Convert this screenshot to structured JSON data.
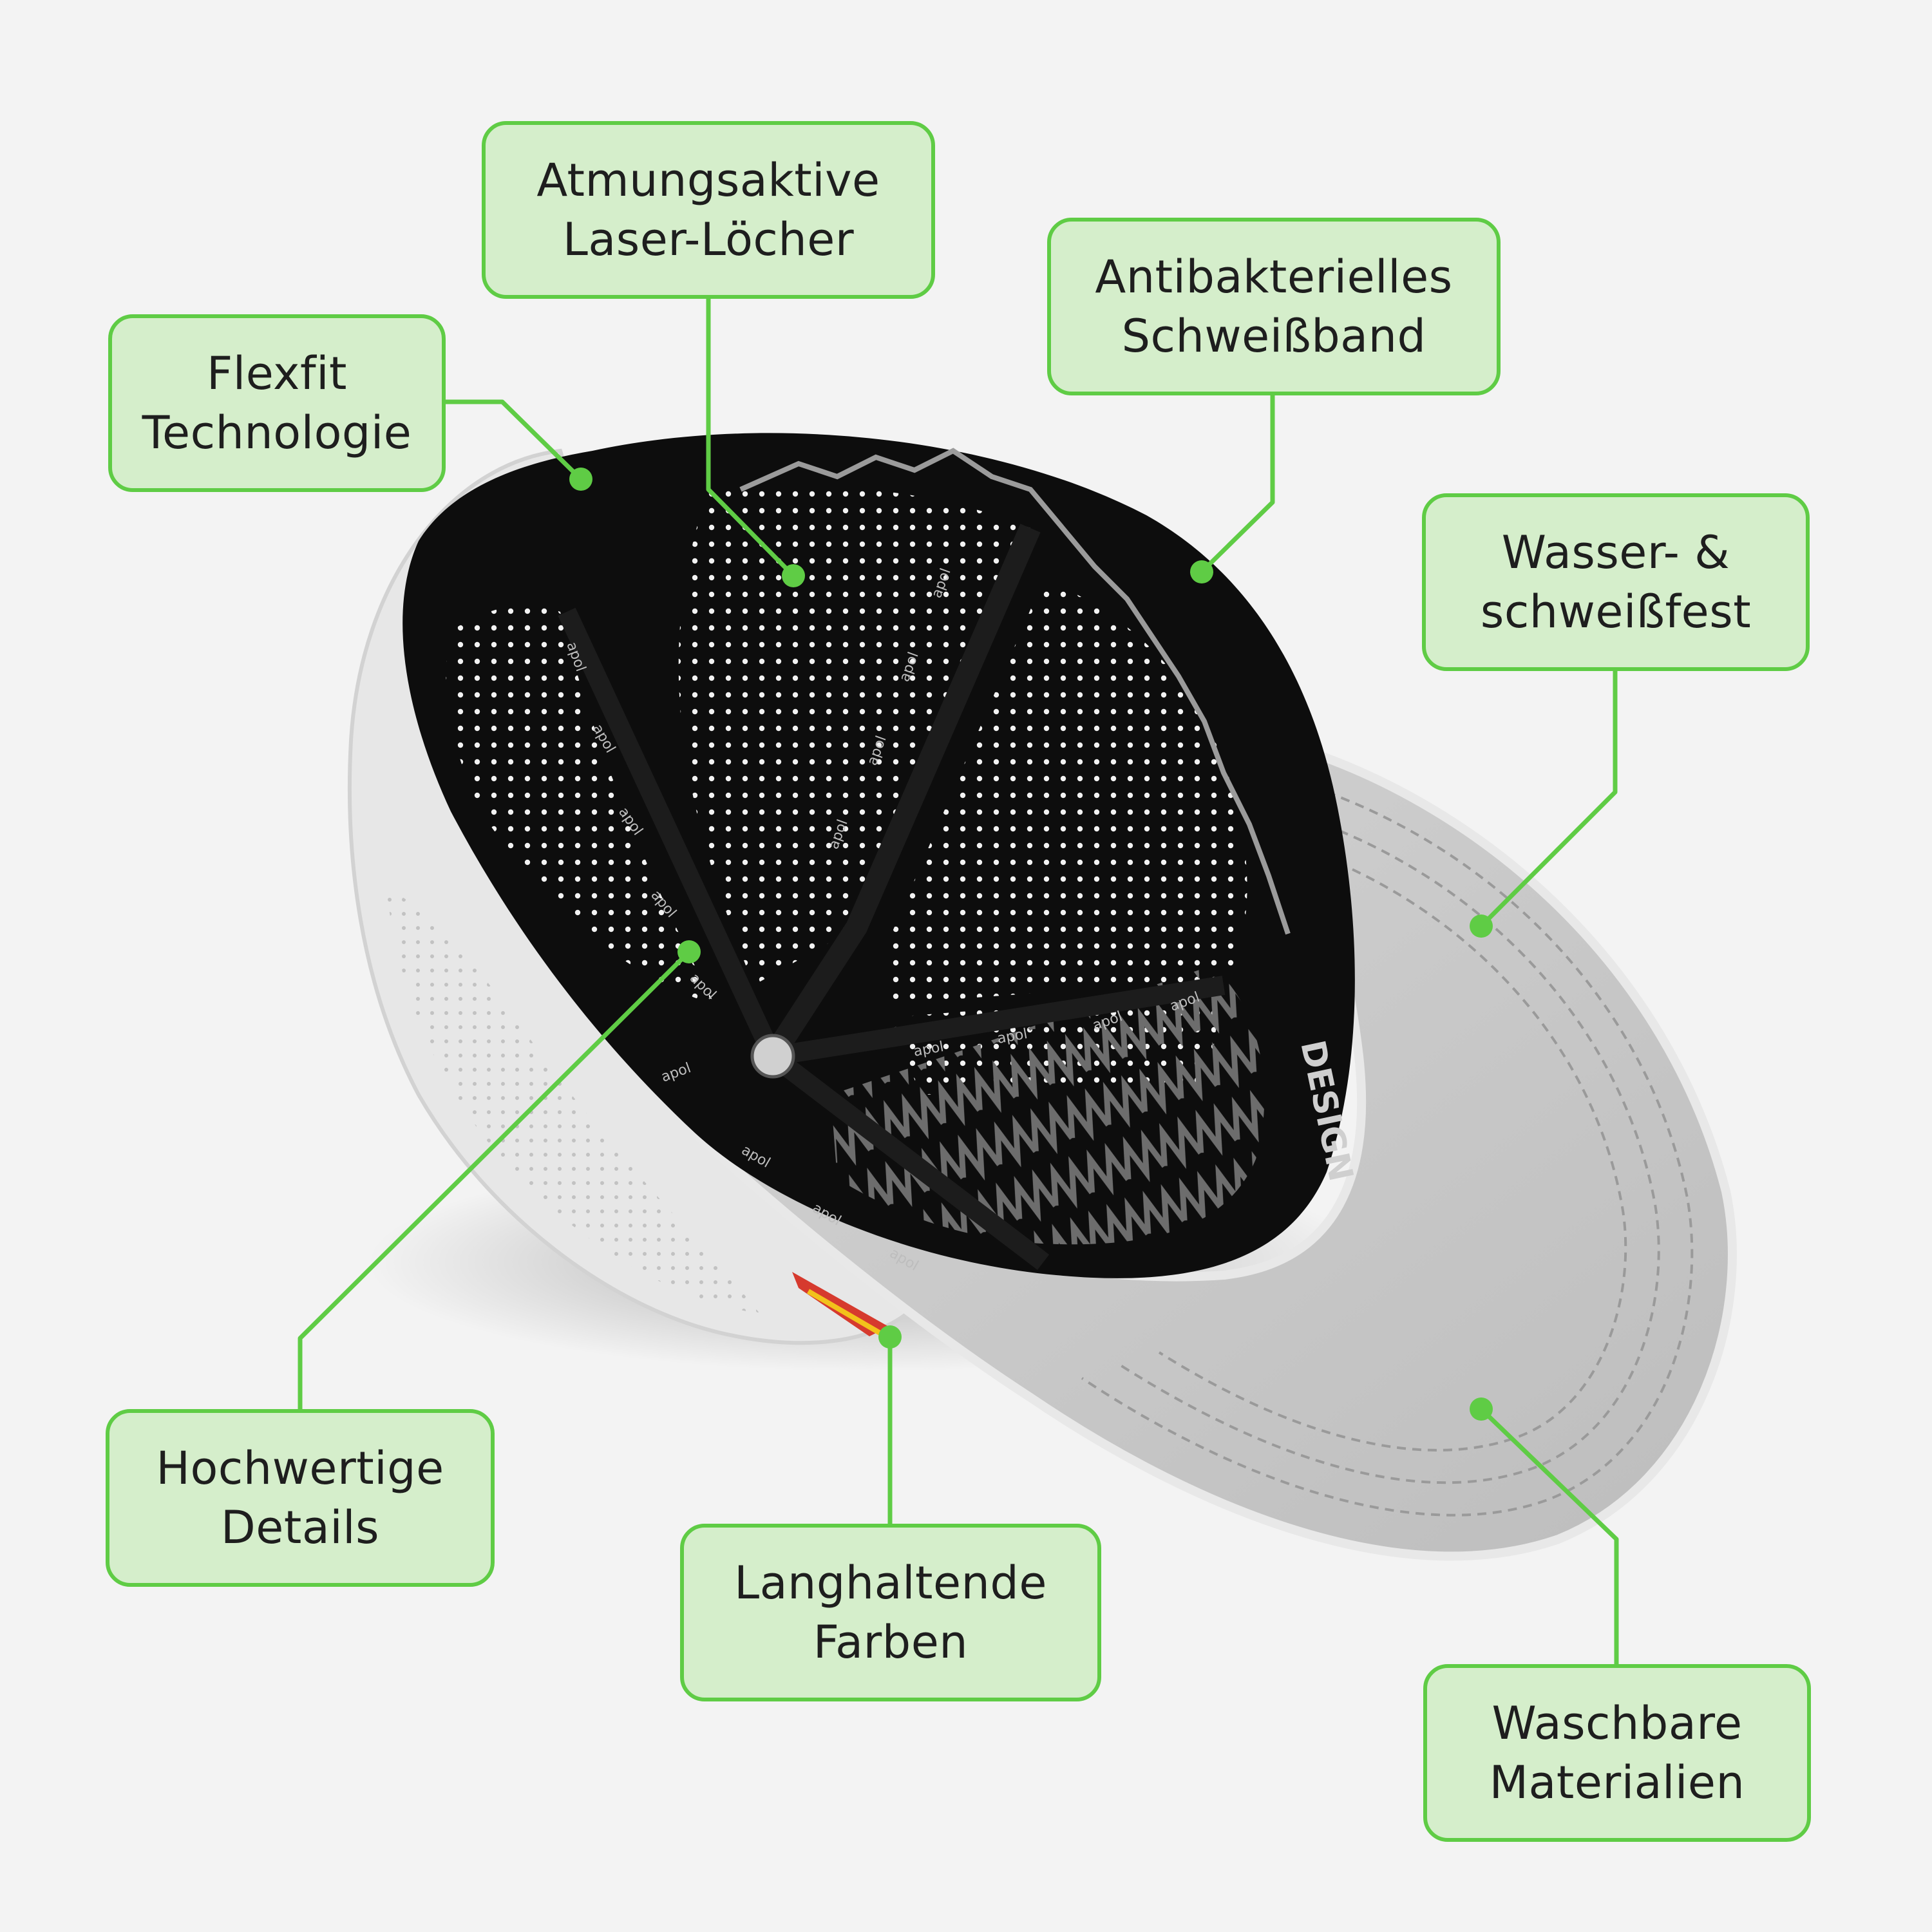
{
  "colors": {
    "background": "#f3f3f3",
    "label_fill": "#d5eecb",
    "label_border": "#5fcc45",
    "leader_line": "#5fcc45",
    "cap_crown": "#e6e6e6",
    "cap_lining": "#0d0d0d",
    "cap_brim": "#c9c9c9"
  },
  "product": {
    "lining_print": "apol",
    "band_print": "DESIGN"
  },
  "callouts": [
    {
      "id": "flexfit",
      "lines": [
        "Flexfit",
        "Technologie"
      ]
    },
    {
      "id": "laser",
      "lines": [
        "Atmungsaktive",
        "Laser-Löcher"
      ]
    },
    {
      "id": "sweatband",
      "lines": [
        "Antibakterielles",
        "Schweißband"
      ]
    },
    {
      "id": "waterproof",
      "lines": [
        "Wasser- &",
        "schweißfest"
      ]
    },
    {
      "id": "details",
      "lines": [
        "Hochwertige",
        "Details"
      ]
    },
    {
      "id": "colors",
      "lines": [
        "Langhaltende",
        "Farben"
      ]
    },
    {
      "id": "washable",
      "lines": [
        "Waschbare",
        "Materialien"
      ]
    }
  ]
}
